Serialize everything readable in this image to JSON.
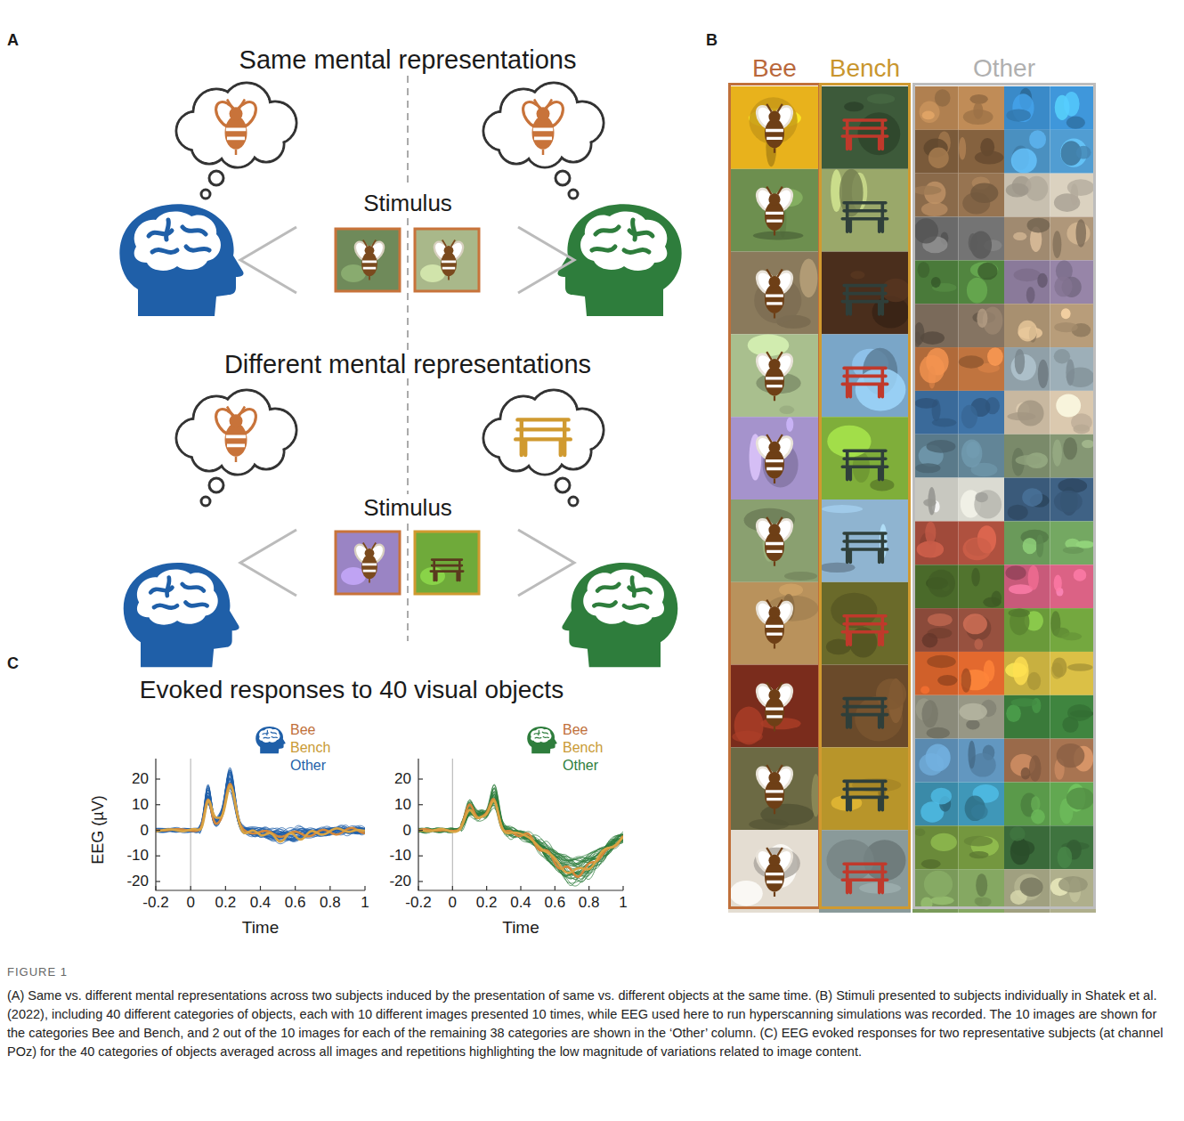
{
  "diagram": {
    "caption": "(A) Same vs. different mental representations across two subjects induced by the presentation of same vs. different objects at the same time. (B) Stimuli presented to subjects individually in Shatek et al. (2022), including 40 different categories of objects, each with 10 different images presented 10 times, while EEG used here to run hyperscanning simulations was recorded. The 10 images are shown for the categories Bee and Bench, and 2 out of the 10 images for each of the remaining 38 categories are shown in the ‘Other’ column. (C) EEG evoked responses for two representative subjects (at channel POz) for the 40 categories of objects averaged across all images and repetitions highlighting the low magnitude of variations related to image content.",
    "nodes": [
      {
        "text": [
          "Bee"
        ]
      },
      {
        "text": [
          "Bench"
        ]
      },
      {
        "text": [
          "Other"
        ]
      }
    ],
    "labels": [
      "A",
      "Same mental representations",
      "Stimulus",
      "Different mental representations",
      "Stimulus",
      "B",
      "C",
      "Evoked responses to 40 visual objects",
      "EEG (µV)",
      "20",
      "10",
      "0",
      "-10",
      "-20",
      "-0.2",
      "0",
      "0.2",
      "0.4",
      "0.6",
      "0.8",
      "1",
      "Time",
      "Bee",
      "Bench",
      "Other",
      "20",
      "10",
      "0",
      "-10",
      "-20",
      "-0.2",
      "0",
      "0.2",
      "0.4",
      "0.6",
      "0.8",
      "1",
      "Time",
      "Bee",
      "Bench",
      "Other",
      "FIGURE 1"
    ]
  }
}
